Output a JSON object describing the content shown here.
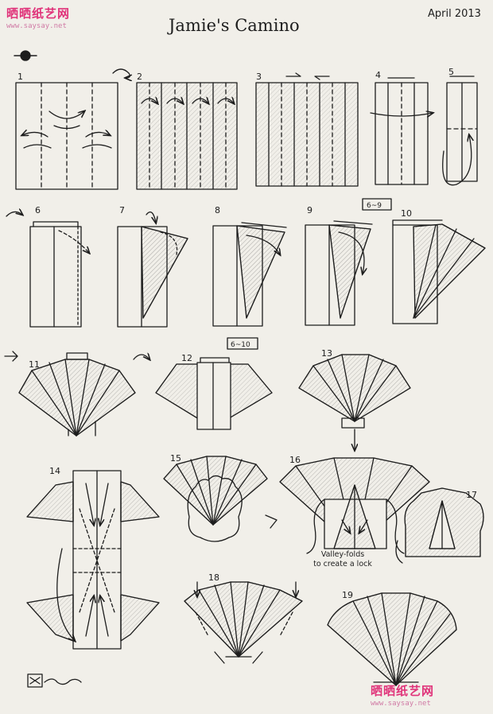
{
  "watermark": {
    "logo": "晒晒纸艺网",
    "url": "www.saysay.net",
    "url_bottom": "www.saysay.net",
    "color": "#e0337a"
  },
  "header": {
    "title": "Jamie's Camino",
    "date": "April 2013"
  },
  "steps": [
    {
      "number": "1"
    },
    {
      "number": "2"
    },
    {
      "number": "3"
    },
    {
      "number": "4"
    },
    {
      "number": "5"
    },
    {
      "number": "6"
    },
    {
      "number": "7"
    },
    {
      "number": "8"
    },
    {
      "number": "9"
    },
    {
      "number": "10"
    },
    {
      "number": "11"
    },
    {
      "number": "12"
    },
    {
      "number": "13"
    },
    {
      "number": "14"
    },
    {
      "number": "15"
    },
    {
      "number": "16"
    },
    {
      "number": "17"
    },
    {
      "number": "18"
    },
    {
      "number": "19"
    }
  ],
  "range_labels": {
    "repeat_a": "6~9",
    "repeat_b": "6~10"
  },
  "note": {
    "line1": "Valley-folds",
    "line2": "to create a lock"
  },
  "ink_color": "#1d1d1d",
  "paper_color": "#f1efe9"
}
